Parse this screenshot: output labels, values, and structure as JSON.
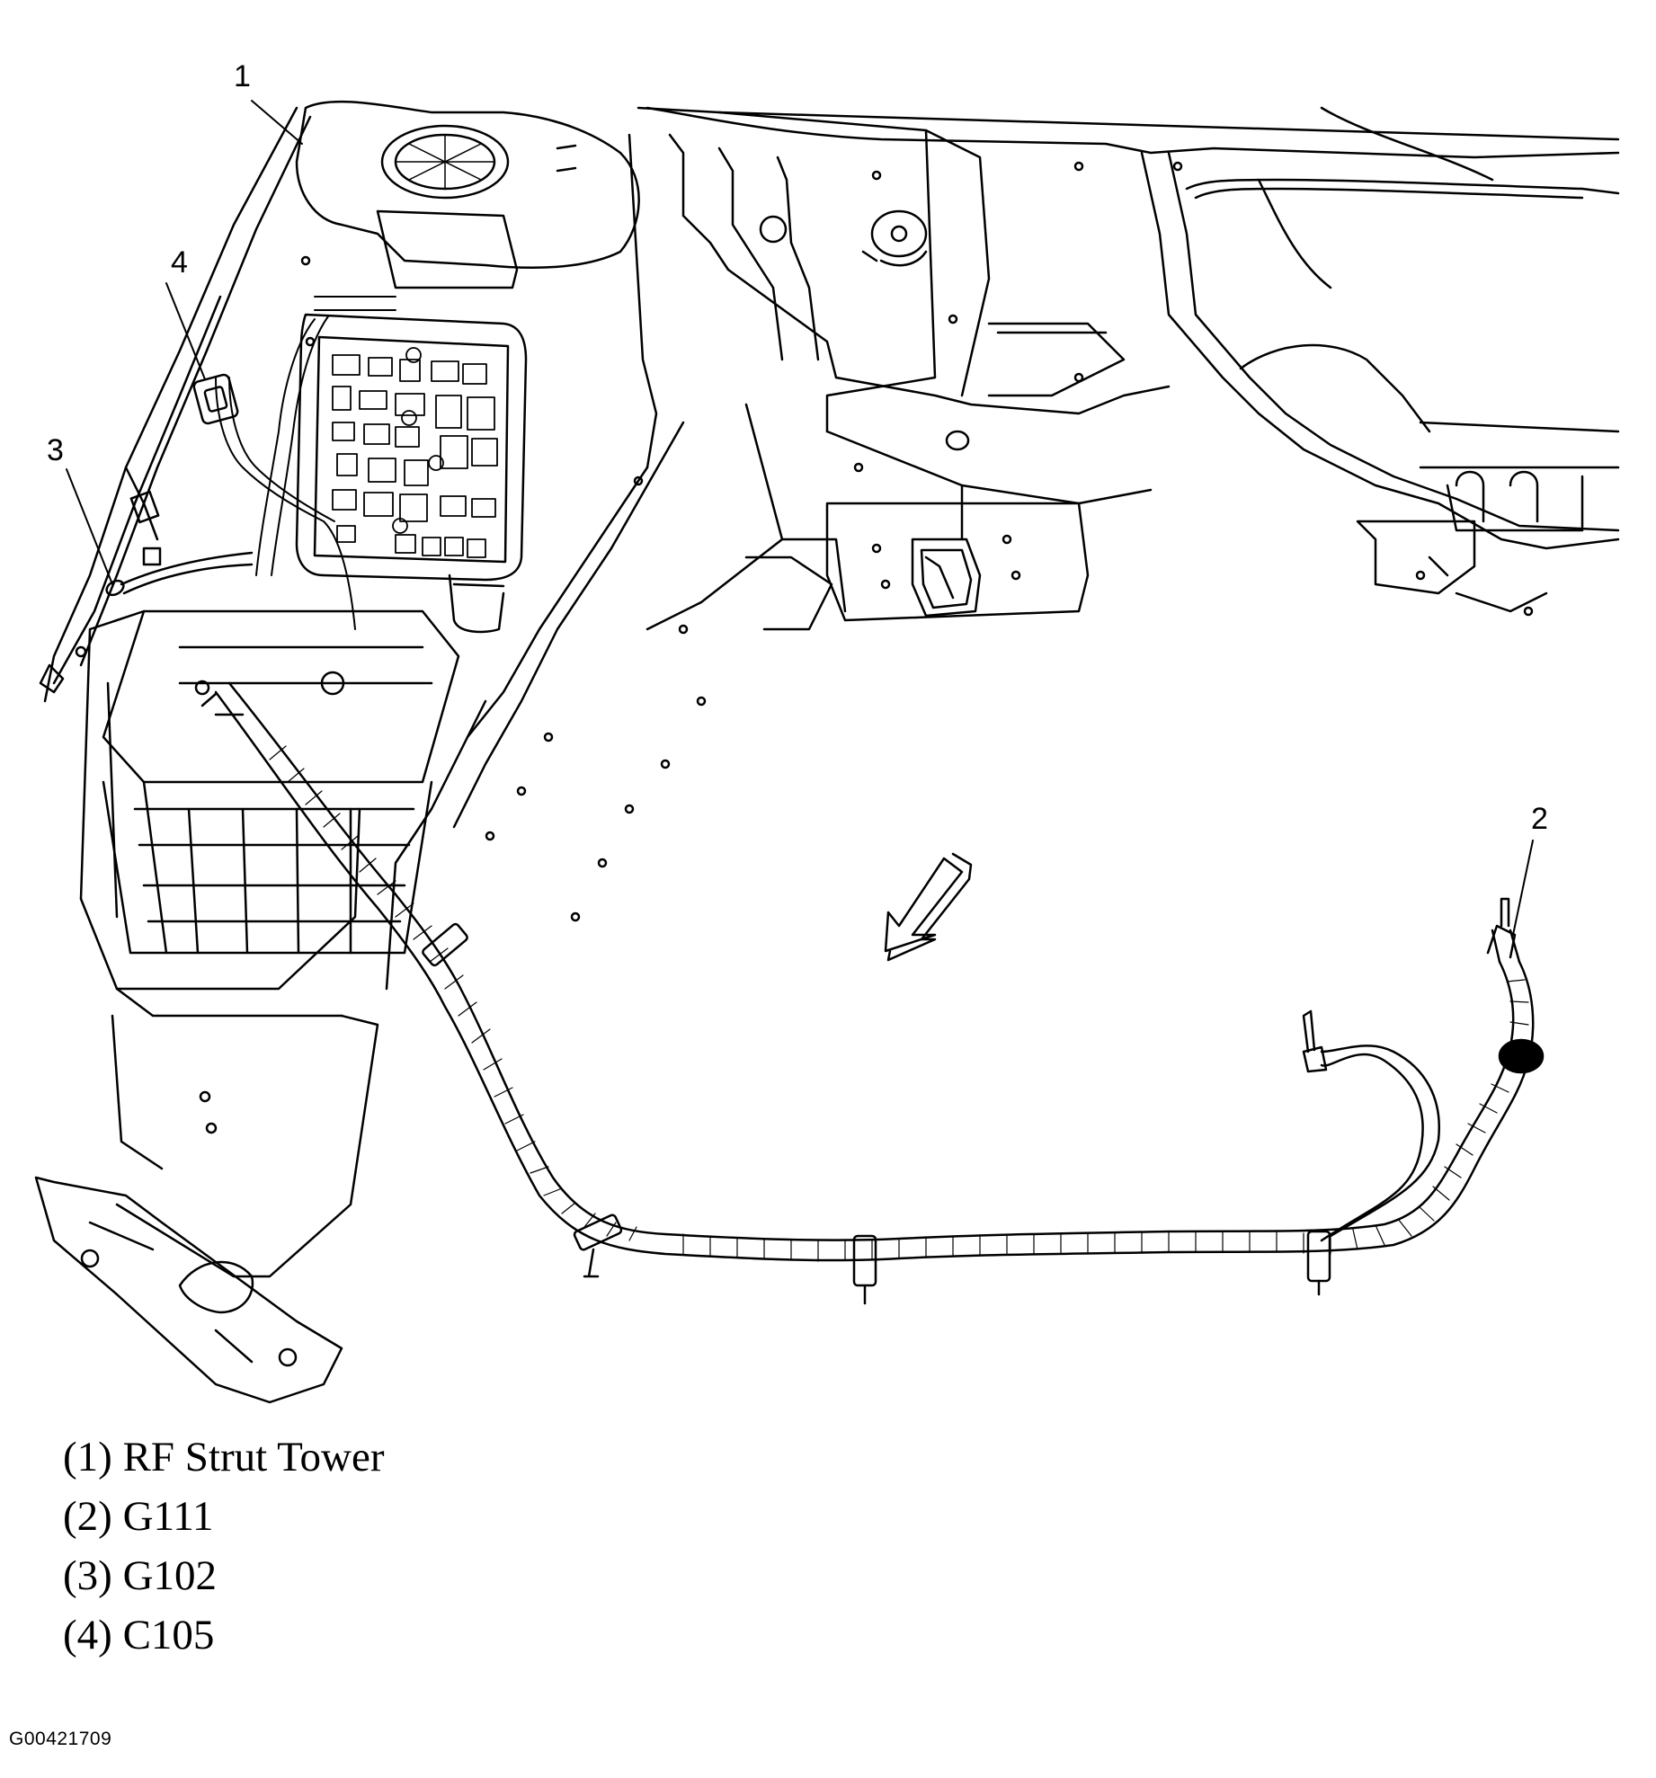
{
  "callouts": [
    {
      "number": "1"
    },
    {
      "number": "2"
    },
    {
      "number": "3"
    },
    {
      "number": "4"
    }
  ],
  "legend": [
    {
      "number": "(1)",
      "label": "RF Strut Tower"
    },
    {
      "number": "(2)",
      "label": "G111"
    },
    {
      "number": "(3)",
      "label": "G102"
    },
    {
      "number": "(4)",
      "label": "C105"
    }
  ],
  "figure_id": "G00421709",
  "line_color": "#000000",
  "background": "#ffffff"
}
